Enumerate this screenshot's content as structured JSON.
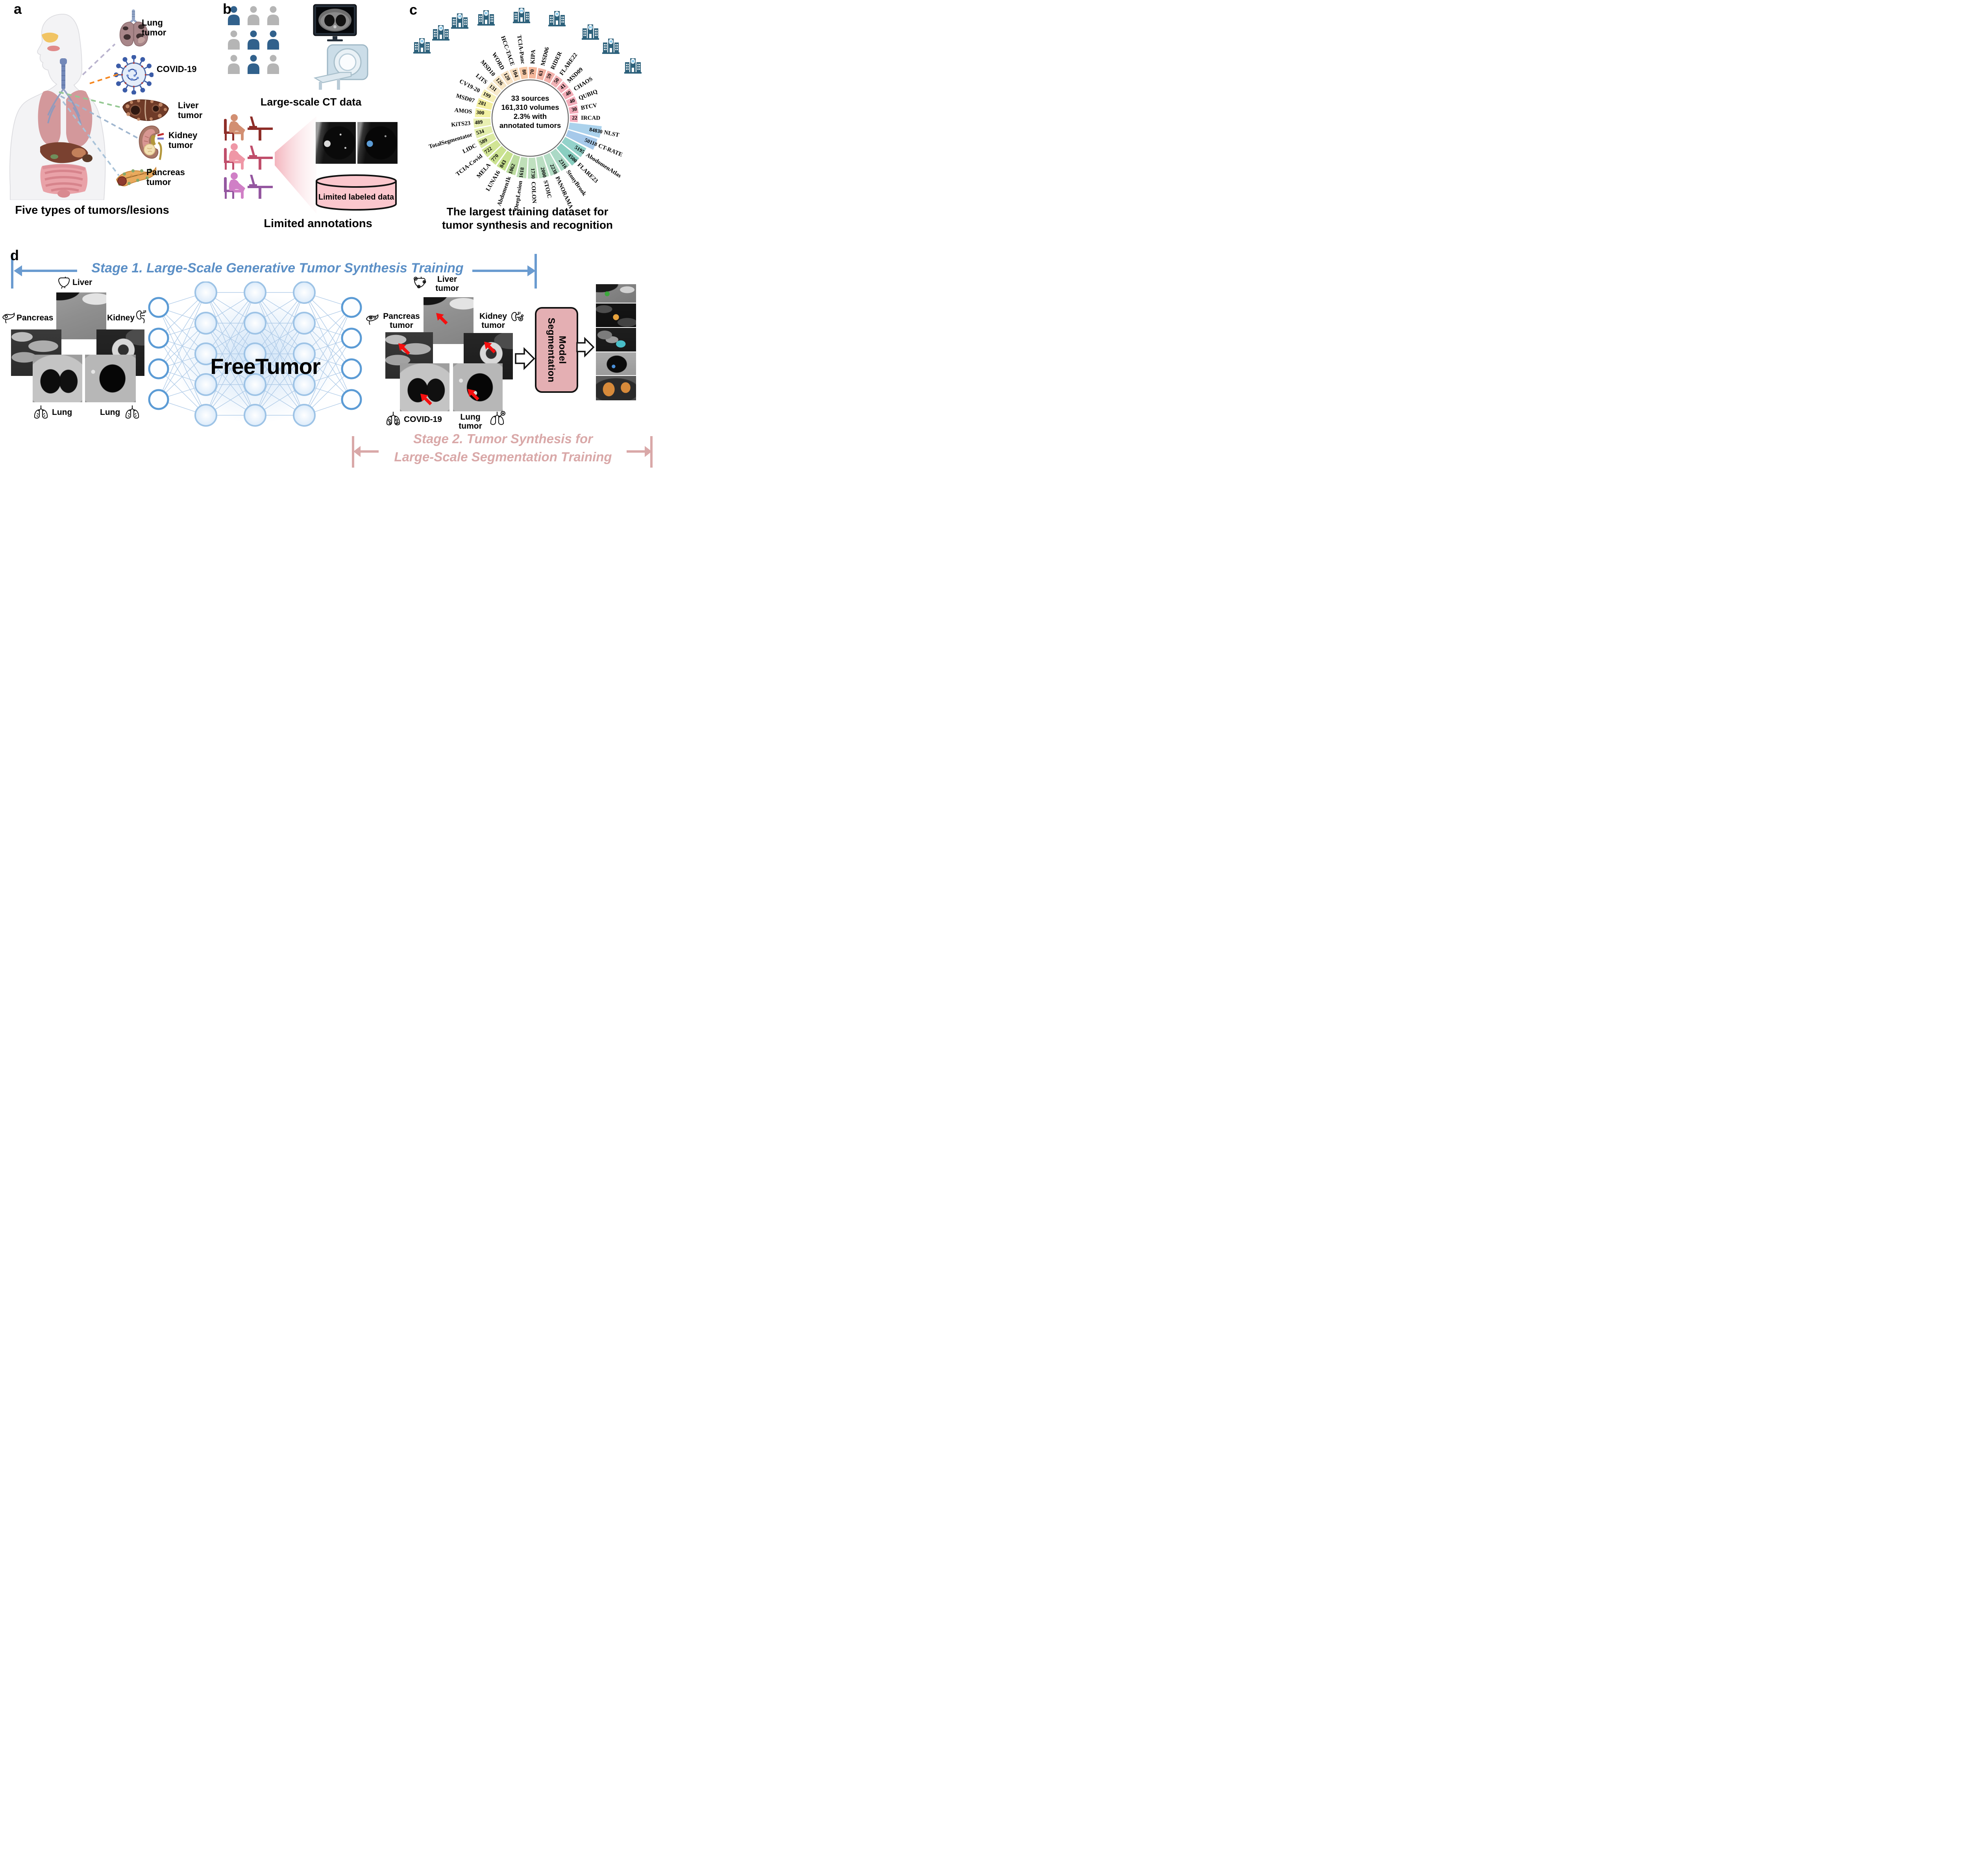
{
  "panels": {
    "a": {
      "tag": "a",
      "caption": "Five types of tumors/lesions",
      "items": [
        {
          "label": "Lung tumor"
        },
        {
          "label": "COVID-19"
        },
        {
          "label": "Liver tumor"
        },
        {
          "label": "Kidney tumor"
        },
        {
          "label": "Pancreas tumor"
        }
      ]
    },
    "b": {
      "tag": "b",
      "title": "Large-scale CT data",
      "database_label": "Limited labeled data",
      "caption": "Limited annotations",
      "people_colors": {
        "blue": "#31618C",
        "gray": "#B5B5B5"
      },
      "people_grid": [
        [
          "blue",
          "gray",
          "gray"
        ],
        [
          "gray",
          "blue",
          "blue"
        ],
        [
          "gray",
          "blue",
          "gray"
        ]
      ],
      "annotators": [
        {
          "person": "#D28F72",
          "desk": "#8E2D28"
        },
        {
          "person": "#EF97A6",
          "desk": "#C04E6B"
        },
        {
          "person": "#D07FC6",
          "desk": "#9457A0"
        }
      ]
    },
    "c": {
      "tag": "c",
      "caption_line1": "The largest training dataset for",
      "caption_line2": "tumor synthesis and recognition"
    },
    "d": {
      "tag": "d",
      "stage1_title": "Stage 1. Large-Scale Generative Tumor Synthesis Training",
      "stage2_line1": "Stage 2. Tumor Synthesis for",
      "stage2_line2": "Large-Scale Segmentation Training",
      "network_title": "FreeTumor",
      "seg_model_line1": "Segmentation",
      "seg_model_line2": "Model",
      "inputs": [
        {
          "label": "Liver"
        },
        {
          "label": "Pancreas"
        },
        {
          "label": "Kidney"
        },
        {
          "label": "Lung"
        },
        {
          "label": "Lung"
        }
      ],
      "outputs": [
        {
          "label": "Liver tumor"
        },
        {
          "label": "Pancreas tumor"
        },
        {
          "label": "Kidney tumor"
        },
        {
          "label": "COVID-19"
        },
        {
          "label": "Lung tumor"
        }
      ]
    }
  },
  "icons": {
    "hospital": "hospital-building-icon",
    "virus": "coronavirus-icon",
    "lungs": "lungs-icon",
    "liver": "liver-icon",
    "kidney": "kidney-icon",
    "pancreas": "pancreas-icon",
    "database": "database-cylinder-icon",
    "monitor": "ct-monitor-icon",
    "scanner": "ct-scanner-icon",
    "person": "person-icon",
    "annotator": "annotator-at-desk-icon",
    "red_arrow": "tumor-pointer-arrow-icon",
    "block_arrow": "hollow-right-arrow-icon"
  },
  "chart_data": {
    "type": "bar",
    "layout": "radial",
    "title": "The largest training dataset for tumor synthesis and recognition",
    "center_lines": [
      "33 sources",
      "161,310 volumes",
      "2.3% with",
      "annotated tumors"
    ],
    "start_angle_deg": 3,
    "radial_scale": "log",
    "grid": false,
    "legend": "none",
    "series": [
      {
        "name": "KIPA",
        "value": 70,
        "color": "#F5B79B"
      },
      {
        "name": "MSD06",
        "value": 63,
        "color": "#F3B3A3"
      },
      {
        "name": "RIDER",
        "value": 59,
        "color": "#F2B1AB"
      },
      {
        "name": "FLARE22",
        "value": 50,
        "color": "#F1B2B5"
      },
      {
        "name": "MSD09",
        "value": 41,
        "color": "#F2AFB8"
      },
      {
        "name": "CHAOS",
        "value": 40,
        "color": "#F2ACB6"
      },
      {
        "name": "QUBIQ",
        "value": 40,
        "color": "#F3AEBB"
      },
      {
        "name": "BTCV",
        "value": 30,
        "color": "#F2ABB9"
      },
      {
        "name": "IRCAD",
        "value": 22,
        "color": "#F3AFBE"
      },
      {
        "name": "NLST",
        "value": 84830,
        "color": "#ABD2EC"
      },
      {
        "name": "CT-RATE",
        "value": 50118,
        "color": "#A6C9EA"
      },
      {
        "name": "AbodomenAtlas",
        "value": 5195,
        "color": "#93D2CA"
      },
      {
        "name": "FLARE23",
        "value": 4500,
        "color": "#89CEC0"
      },
      {
        "name": "StonyBrook",
        "value": 2316,
        "color": "#ABD9C6"
      },
      {
        "name": "PANORAMA",
        "value": 2238,
        "color": "#B3DCC5"
      },
      {
        "name": "STOIC",
        "value": 2000,
        "color": "#BADEC2"
      },
      {
        "name": "COLON",
        "value": 1730,
        "color": "#BFE0BF"
      },
      {
        "name": "DeepLesion",
        "value": 1618,
        "color": "#BFDFB8"
      },
      {
        "name": "Abdomen1k",
        "value": 1062,
        "color": "#BCDC9F"
      },
      {
        "name": "LUNA16",
        "value": 843,
        "color": "#C6E08D"
      },
      {
        "name": "MELA",
        "value": 770,
        "color": "#CBE290"
      },
      {
        "name": "TCIA-Covid",
        "value": 722,
        "color": "#D1E494"
      },
      {
        "name": "LIDC",
        "value": 589,
        "color": "#DCEAA4"
      },
      {
        "name": "TotalSegmentator",
        "value": 534,
        "color": "#E2EDAB"
      },
      {
        "name": "KiTS23",
        "value": 489,
        "color": "#E9F0B2"
      },
      {
        "name": "AMOS",
        "value": 300,
        "color": "#F2F1A3"
      },
      {
        "name": "MSD07",
        "value": 281,
        "color": "#F3EFA0"
      },
      {
        "name": "CV19-20",
        "value": 199,
        "color": "#F6F0B8"
      },
      {
        "name": "LiTS",
        "value": 131,
        "color": "#F7EACB"
      },
      {
        "name": "MSD10",
        "value": 126,
        "color": "#F7E6C6"
      },
      {
        "name": "WORD",
        "value": 120,
        "color": "#F8E3C6"
      },
      {
        "name": "HCC-TACE",
        "value": 104,
        "color": "#F8DFC2"
      },
      {
        "name": "TCIA-Panc",
        "value": 80,
        "color": "#F6C7A4"
      }
    ]
  }
}
